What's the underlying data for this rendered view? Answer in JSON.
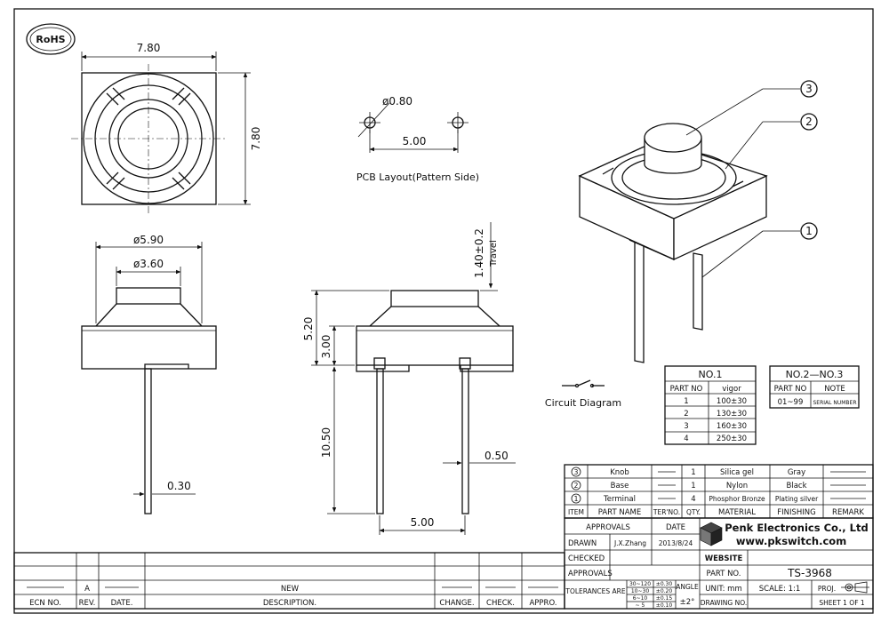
{
  "rohs_mark": "RoHS",
  "top_view": {
    "width_dim": "7.80",
    "height_dim": "7.80"
  },
  "pcb_layout": {
    "hole_dim": "ø0.80",
    "pitch_dim": "5.00",
    "caption": "PCB Layout(Pattern Side)"
  },
  "side_view": {
    "outer_dia": "ø5.90",
    "knob_dia": "ø3.60",
    "lead_width": "0.30"
  },
  "front_view": {
    "travel_dim": "1.40±0.2",
    "travel_label": "Travel",
    "total_height": "5.20",
    "body_height": "3.00",
    "lead_length": "10.50",
    "lead_thickness": "0.50",
    "lead_pitch": "5.00"
  },
  "iso_view": {
    "callouts": [
      "3",
      "2",
      "1"
    ]
  },
  "circuit_caption": "Circuit Diagram",
  "force_table": {
    "title": "NO.1",
    "headers": [
      "PART NO",
      "vigor"
    ],
    "rows": [
      [
        "1",
        "100±30"
      ],
      [
        "2",
        "130±30"
      ],
      [
        "3",
        "160±30"
      ],
      [
        "4",
        "250±30"
      ]
    ]
  },
  "note_table": {
    "title": "NO.2—NO.3",
    "headers": [
      "PART NO",
      "NOTE"
    ],
    "rows": [
      [
        "01~99",
        "SERIAL NUMBER"
      ]
    ]
  },
  "bom": {
    "rows": [
      {
        "item": "3",
        "name": "Knob",
        "qty": "1",
        "material": "Silica gel",
        "finishing": "Gray"
      },
      {
        "item": "2",
        "name": "Base",
        "qty": "1",
        "material": "Nylon",
        "finishing": "Black"
      },
      {
        "item": "1",
        "name": "Terminal",
        "qty": "4",
        "material": "Phosphor Bronze",
        "finishing": "Plating silver"
      }
    ],
    "headers": {
      "item": "ITEM",
      "part_name": "PART NAME",
      "ter_no": "TER'NO.",
      "qty": "QTY.",
      "material": "MATERIAL",
      "finishing": "FINISHING",
      "remark": "REMARK"
    }
  },
  "approvals": {
    "header": "APPROVALS",
    "date_header": "DATE",
    "drawn_label": "DRAWN",
    "drawn_by": "J.X.Zhang",
    "drawn_date": "2013/8/24",
    "checked_label": "CHECKED",
    "approvals_label": "APPROVALS"
  },
  "company": {
    "name": "Penk Electronics Co., Ltd",
    "url": "www.pkswitch.com"
  },
  "title_block": {
    "website_label": "WEBSITE",
    "part_no_label": "PART NO.",
    "part_no": "TS-3968",
    "tolerances_label": "TOLERANCES ARE",
    "tolerances": [
      [
        "30~120",
        "±0.30"
      ],
      [
        "10~30",
        "±0.20"
      ],
      [
        "6~10",
        "±0.15"
      ],
      [
        "~ 5",
        "±0.10"
      ]
    ],
    "angle_label": "ANGLE",
    "angle_value": "±2°",
    "unit": "UNIT: mm",
    "scale": "SCALE: 1:1",
    "proj": "PROJ.",
    "drawing_no": "DRAWING NO.",
    "sheet": "SHEET  1 OF 1"
  },
  "revision": {
    "rev": "A",
    "new_label": "NEW",
    "headers": [
      "ECN NO.",
      "REV.",
      "DATE.",
      "DESCRIPTION.",
      "CHANGE.",
      "CHECK.",
      "APPRO."
    ]
  }
}
